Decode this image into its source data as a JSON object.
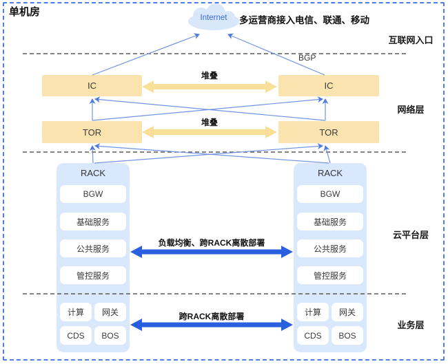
{
  "title": "单机房",
  "internet": {
    "label": "Internet",
    "note": "多运营商接入电信、联通、移动",
    "bgp": "BGP"
  },
  "layer_labels": {
    "entry": "互联网入口",
    "network": "网络层",
    "cloud_platform": "云平台层",
    "business": "业务层"
  },
  "network_layer": {
    "ic_left": "IC",
    "ic_right": "IC",
    "tor_left": "TOR",
    "tor_right": "TOR",
    "ic_stack_label": "堆叠",
    "tor_stack_label": "堆叠"
  },
  "cloud_platform_layer": {
    "rack_left": {
      "title": "RACK",
      "services": [
        "BGW",
        "基础服务",
        "公共服务",
        "管控服务"
      ]
    },
    "rack_right": {
      "title": "RACK",
      "services": [
        "BGW",
        "基础服务",
        "公共服务",
        "管控服务"
      ]
    },
    "arrow_label": "负载均衡、跨RACK离散部署"
  },
  "business_layer": {
    "left_modules": [
      "计算",
      "网关",
      "CDS",
      "BOS"
    ],
    "right_modules": [
      "计算",
      "网关",
      "CDS",
      "BOS"
    ],
    "arrow_label": "跨RACK离散部署"
  },
  "colors": {
    "node_fill": "#FAE3AE",
    "stack_arrow": "#F8DF9A",
    "rack_fill": "#D9E8FC",
    "blue_arrow": "#2A5FE0",
    "connector": "#7093E3",
    "cloud_fill": "#D9E7FB",
    "cloud_text": "#3A6CD9",
    "outer_border": "#4C7DE6",
    "separator": "#595959"
  }
}
